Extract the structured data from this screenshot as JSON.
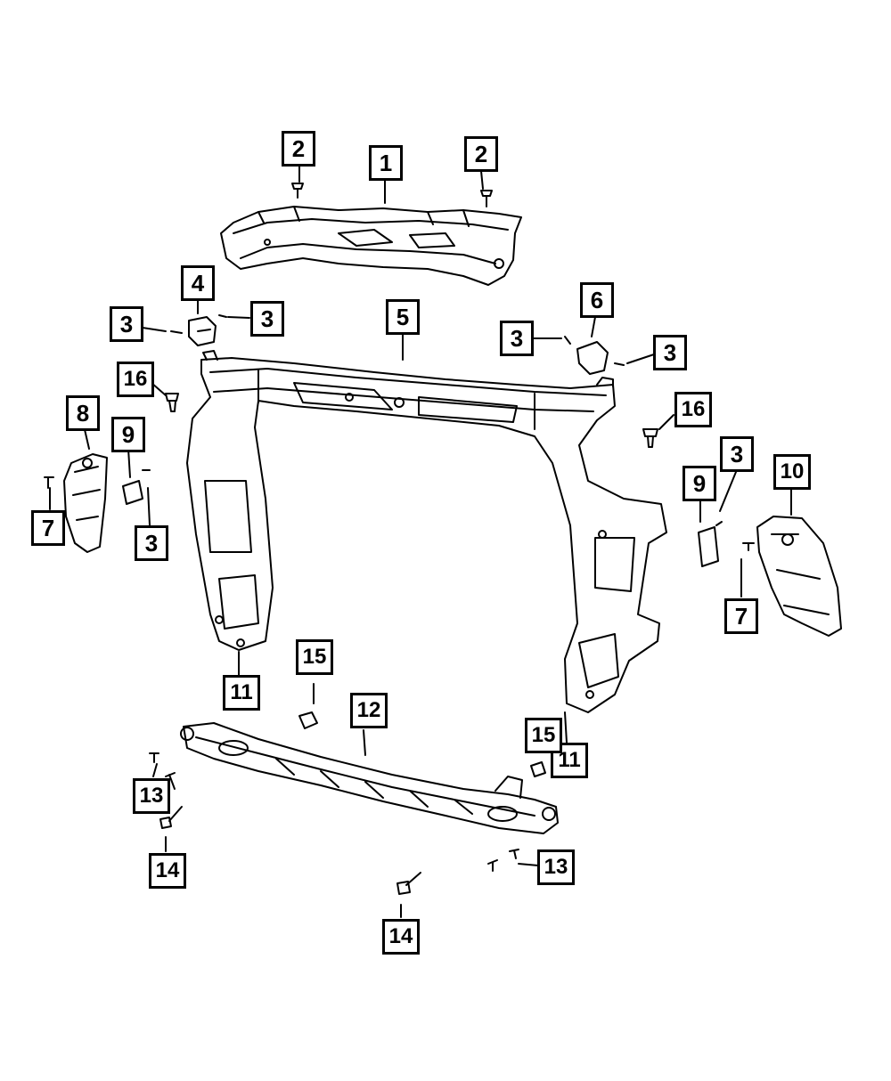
{
  "diagram": {
    "callouts": [
      {
        "id": "c1",
        "label": "1"
      },
      {
        "id": "c2a",
        "label": "2"
      },
      {
        "id": "c2b",
        "label": "2"
      },
      {
        "id": "c3a",
        "label": "3"
      },
      {
        "id": "c3b",
        "label": "3"
      },
      {
        "id": "c3c",
        "label": "3"
      },
      {
        "id": "c3d",
        "label": "3"
      },
      {
        "id": "c3e",
        "label": "3"
      },
      {
        "id": "c3f",
        "label": "3"
      },
      {
        "id": "c4",
        "label": "4"
      },
      {
        "id": "c5",
        "label": "5"
      },
      {
        "id": "c6",
        "label": "6"
      },
      {
        "id": "c7a",
        "label": "7"
      },
      {
        "id": "c7b",
        "label": "7"
      },
      {
        "id": "c8",
        "label": "8"
      },
      {
        "id": "c9a",
        "label": "9"
      },
      {
        "id": "c9b",
        "label": "9"
      },
      {
        "id": "c10",
        "label": "10"
      },
      {
        "id": "c11a",
        "label": "11"
      },
      {
        "id": "c11b",
        "label": "11"
      },
      {
        "id": "c12",
        "label": "12"
      },
      {
        "id": "c13a",
        "label": "13"
      },
      {
        "id": "c13b",
        "label": "13"
      },
      {
        "id": "c14a",
        "label": "14"
      },
      {
        "id": "c14b",
        "label": "14"
      },
      {
        "id": "c15a",
        "label": "15"
      },
      {
        "id": "c15b",
        "label": "15"
      },
      {
        "id": "c16a",
        "label": "16"
      },
      {
        "id": "c16b",
        "label": "16"
      }
    ]
  }
}
